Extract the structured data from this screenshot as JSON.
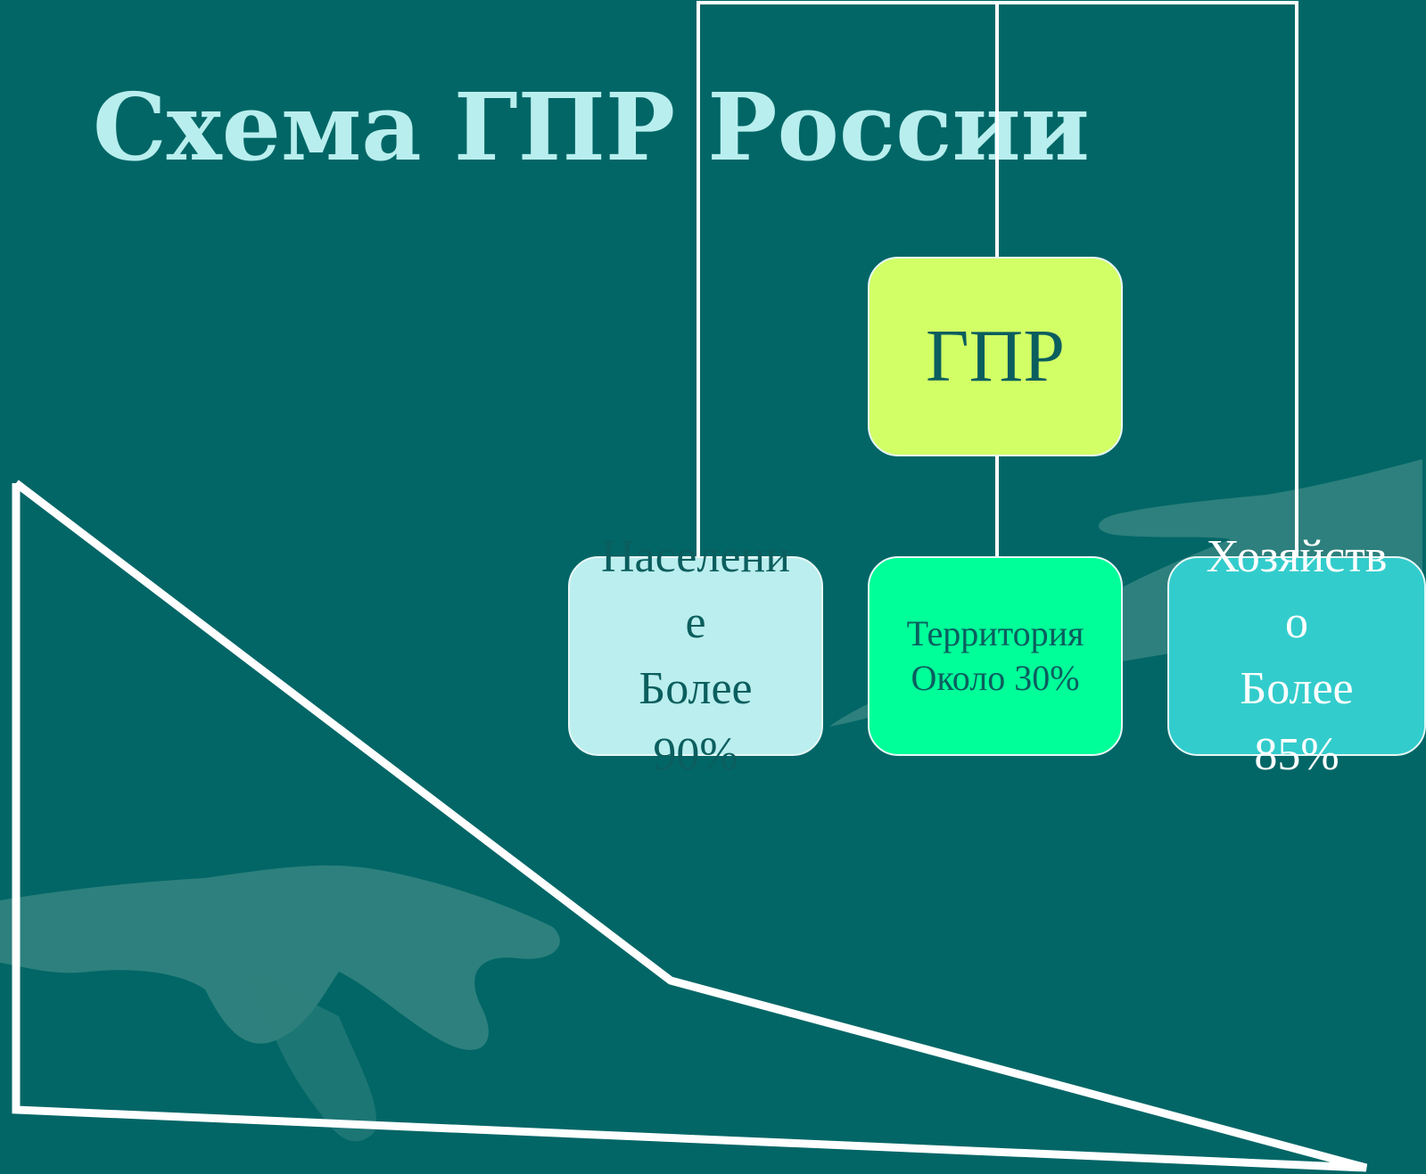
{
  "slide": {
    "title": "Схема ГПР России",
    "background_color": "#026666"
  },
  "diagram": {
    "root": {
      "label": "ГПР",
      "color": "#d2ff66"
    },
    "children": [
      {
        "label": "Населени\nе\nБолее\n90%",
        "color": "#bbeeee"
      },
      {
        "label": "Территория\nОколо 30%",
        "color": "#00ff99"
      },
      {
        "label": "Хозяйств\nо\nБолее\n85%",
        "color": "#33cccc"
      }
    ]
  },
  "decorations": {
    "background_art": "hands-silhouette",
    "overlay_shape": "white-triangle-outline"
  }
}
